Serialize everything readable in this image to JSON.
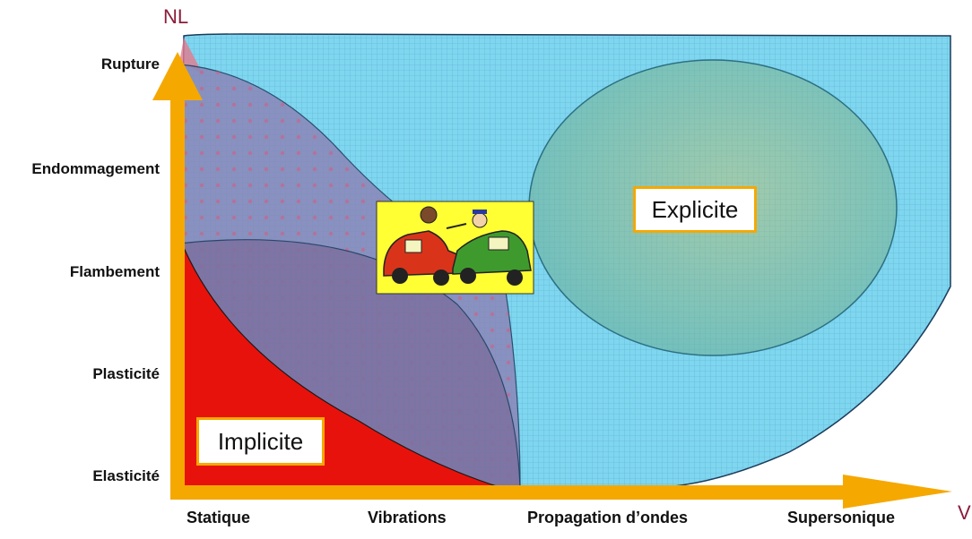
{
  "axes": {
    "y_name": "NL",
    "x_name": "V",
    "y_levels": [
      "Rupture",
      "Endommagement",
      "Flambement",
      "Plasticité",
      "Elasticité"
    ],
    "x_levels": [
      "Statique",
      "Vibrations",
      "Propagation d’ondes",
      "Supersonique"
    ]
  },
  "regions": {
    "explicit_label": "Explicite",
    "implicit_label": "Implicite"
  },
  "illustration": {
    "name": "car-crash-cartoon"
  },
  "colors": {
    "axis_arrow": "#f5a800",
    "explicit_fill": "#7fd6ef",
    "explicit_oval_fill": "#8fc7a9",
    "implicit_fill": "#e8120c",
    "overlap_fill": "#8a86b8",
    "label_border": "#f5a800",
    "illustration_bg": "#ffff33"
  }
}
